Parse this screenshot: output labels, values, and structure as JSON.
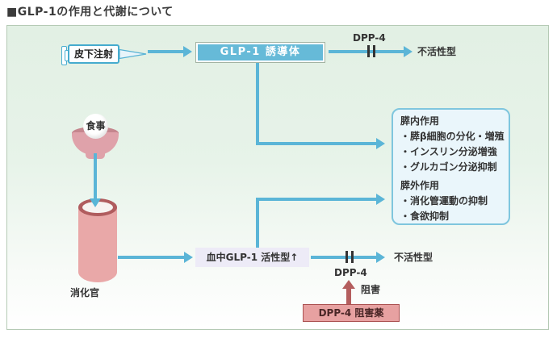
{
  "title": "■GLP-1の作用と代謝について",
  "colors": {
    "arrow_blue": "#5bb5d7",
    "glp1_box_fill": "#66bad8",
    "panel_border": "#b5cab5",
    "panel_bg_top": "#e2f0e4",
    "actions_box_border": "#7fc6de",
    "actions_box_bg": "#eaf6fb",
    "blood_box_bg": "#edebf7",
    "inhibitor_box_bg": "#e7a1a1",
    "inhibitor_box_border": "#aa5050",
    "inhibit_arrow_red": "#b45e5e",
    "organ_pink": "#e9a8a8",
    "organ_dark_pink": "#b05c5e"
  },
  "nodes": {
    "injection_label": "皮下注射",
    "glp1_derivative": "GLP-1 誘導体",
    "dpp4_top": "DPP-4",
    "inactive_top": "不活性型",
    "meal": "食事",
    "digestive_tract": "消化官",
    "blood_glp1": "血中GLP-1 活性型↑",
    "dpp4_bottom": "DPP-4",
    "inactive_bottom": "不活性型",
    "inhibit": "阻害",
    "dpp4_inhibitor": "DPP-4 阻害薬"
  },
  "actions_box": {
    "intra_heading": "膵内作用",
    "intra_items": [
      "・膵β細胞の分化・増殖",
      "・インスリン分泌増強",
      "・グルカゴン分泌抑制"
    ],
    "extra_heading": "膵外作用",
    "extra_items": [
      "・消化管運動の抑制",
      "・食欲抑制"
    ]
  }
}
